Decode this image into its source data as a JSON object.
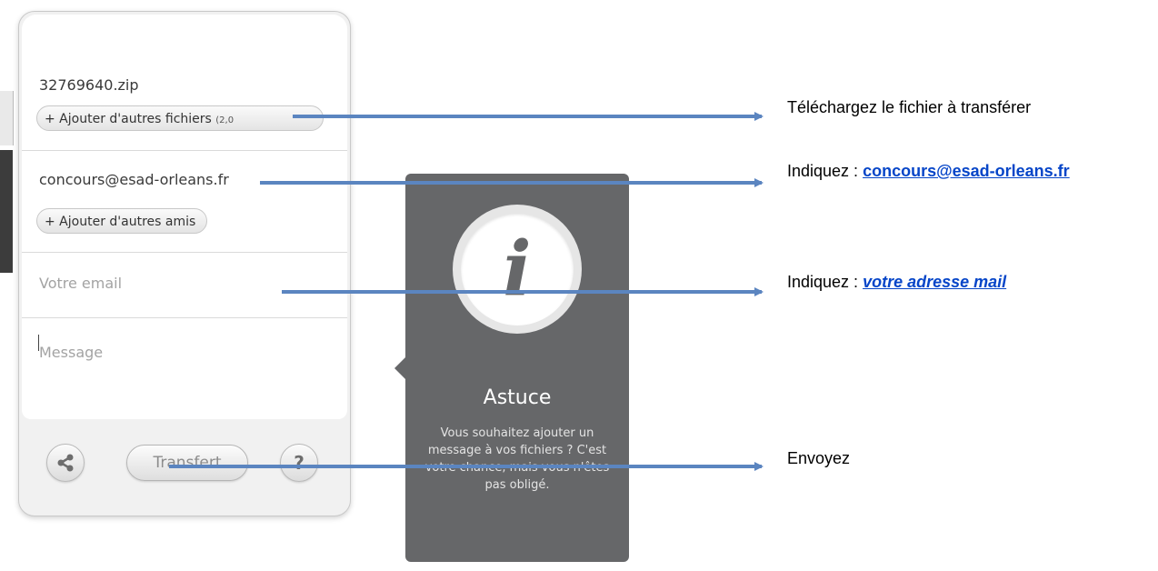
{
  "widget": {
    "filename": "32769640.zip",
    "add_files_label": "+ Ajouter d'autres fichiers",
    "add_files_size": "(2,0",
    "recipient": "concours@esad-orleans.fr",
    "add_friends_label": "+ Ajouter d'autres amis",
    "email_placeholder": "Votre email",
    "message_placeholder": "Message",
    "transfer_label": "Transfert",
    "help_label": "?"
  },
  "tip": {
    "title": "Astuce",
    "text": "Vous souhaitez ajouter un message à vos fichiers ? C'est votre chance, mais vous n'êtes pas obligé."
  },
  "annotations": {
    "upload": "Téléchargez le fichier à transférer",
    "recipient_prefix": "Indiquez : ",
    "recipient_link": "concours@esad-orleans.fr",
    "email_prefix": "Indiquez : ",
    "email_link": "votre adresse mail",
    "send": "Envoyez"
  },
  "colors": {
    "arrow": "#5b85c0",
    "tooltip": "#666769",
    "link": "#0645c8"
  }
}
